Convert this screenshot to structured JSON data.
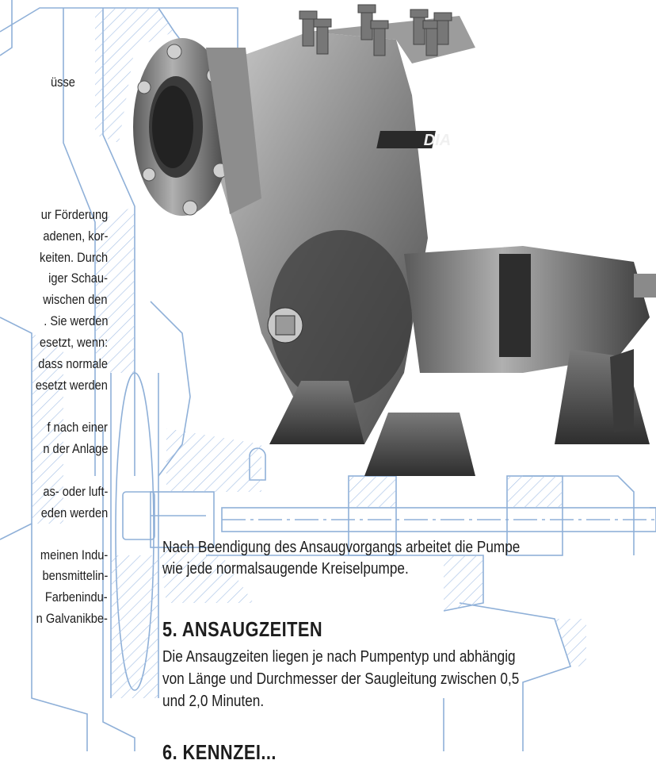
{
  "left_column": {
    "fragment_top": "üsse",
    "lines": [
      "ur Förderung",
      "adenen, kor-",
      "keiten. Durch",
      "iger Schau-",
      "wischen den",
      ". Sie werden",
      "esetzt, wenn:",
      "dass normale",
      "esetzt werden",
      "f nach einer",
      "n der Anlage",
      "as- oder luft-",
      "eden werden",
      "meinen Indu-",
      "bensmittelin-",
      "Farbenindu-",
      "n Galvanikbe-"
    ]
  },
  "right_column": {
    "intro_line1": "Nach Beendigung des Ansaugvorgangs arbeitet die Pumpe",
    "intro_line2": "wie jede normalsaugende Kreiselpumpe.",
    "section5_heading": "5. ANSAUGZEITEN",
    "section5_line1": "Die Ansaugzeiten liegen je nach Pumpentyp und abhängig",
    "section5_line2": "von Länge und Durchmesser der Saugleitung zwischen 0,5",
    "section5_line3": "und 2,0 Minuten.",
    "section6_heading_partial": "6. KENNZEI..."
  },
  "pump_photo": {
    "logo_text": "DIA"
  },
  "colors": {
    "blueprint": "#8fb0d8",
    "hatch": "#a9c3e6",
    "ink": "#1d1d1d",
    "metal_dark": "#5c5c5c",
    "metal_light": "#b8b8b8"
  }
}
